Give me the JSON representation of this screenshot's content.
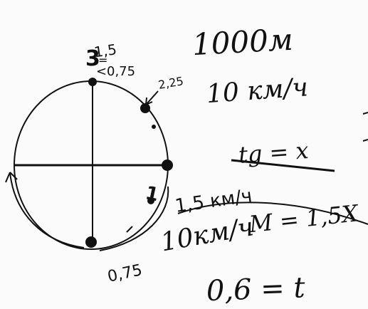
{
  "sketch": {
    "labels": {
      "three": "3",
      "ratio_top": "1,5",
      "eq": "=",
      "ratio_bottom": "0,75",
      "lt": "<",
      "distance": "1000м",
      "top_right_value": "2,25",
      "speed_top": "10 км/ч",
      "tg_eq_x": "tg = x",
      "right_marker_1": "1",
      "speed_mid": "1,5 км/ч",
      "rhs": "M = 1,5X",
      "speed_bottom": "10км/ч",
      "bottom_left_value": "0,75",
      "bottom_eq": "0,6 = t"
    }
  }
}
